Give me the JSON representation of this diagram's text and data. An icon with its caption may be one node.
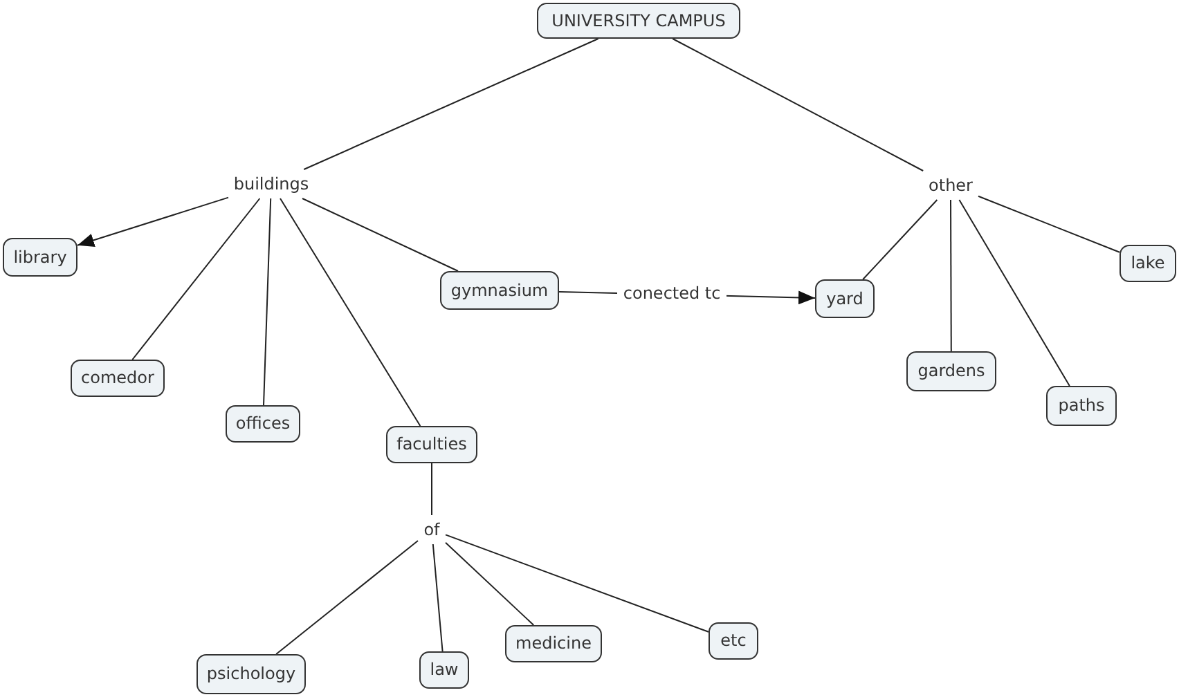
{
  "diagram": {
    "nodes": [
      {
        "text": [
          "UNIVERSITY CAMPUS"
        ]
      },
      {
        "text": [
          "buildings"
        ]
      },
      {
        "text": [
          "other"
        ]
      },
      {
        "text": [
          "library"
        ]
      },
      {
        "text": [
          "gymnasium"
        ]
      },
      {
        "text": [
          "yard"
        ]
      },
      {
        "text": [
          "lake"
        ]
      },
      {
        "text": [
          "comedor"
        ]
      },
      {
        "text": [
          "gardens"
        ]
      },
      {
        "text": [
          "paths"
        ]
      },
      {
        "text": [
          "offices"
        ]
      },
      {
        "text": [
          "faculties"
        ]
      },
      {
        "text": [
          "of"
        ]
      },
      {
        "text": [
          "psichology"
        ]
      },
      {
        "text": [
          "law"
        ]
      },
      {
        "text": [
          "medicine"
        ]
      },
      {
        "text": [
          "etc"
        ]
      }
    ],
    "edges": [
      {
        "from": 0,
        "to": 1,
        "arrow": "none"
      },
      {
        "from": 0,
        "to": 2,
        "arrow": "none"
      },
      {
        "from": 1,
        "to": 3,
        "arrow": "to"
      },
      {
        "from": 1,
        "to": 7,
        "arrow": "none"
      },
      {
        "from": 1,
        "to": 10,
        "arrow": "none"
      },
      {
        "from": 1,
        "to": 11,
        "arrow": "none"
      },
      {
        "from": 1,
        "to": 4,
        "arrow": "none"
      },
      {
        "from": 4,
        "to": 5,
        "arrow": "to",
        "label": "conected tc"
      },
      {
        "from": 2,
        "to": 5,
        "arrow": "none"
      },
      {
        "from": 2,
        "to": 8,
        "arrow": "none"
      },
      {
        "from": 2,
        "to": 9,
        "arrow": "none"
      },
      {
        "from": 2,
        "to": 6,
        "arrow": "none"
      },
      {
        "from": 11,
        "to": 12,
        "arrow": "none"
      },
      {
        "from": 12,
        "to": 13,
        "arrow": "none"
      },
      {
        "from": 12,
        "to": 14,
        "arrow": "none"
      },
      {
        "from": 12,
        "to": 15,
        "arrow": "none"
      },
      {
        "from": 12,
        "to": 16,
        "arrow": "none"
      }
    ]
  }
}
